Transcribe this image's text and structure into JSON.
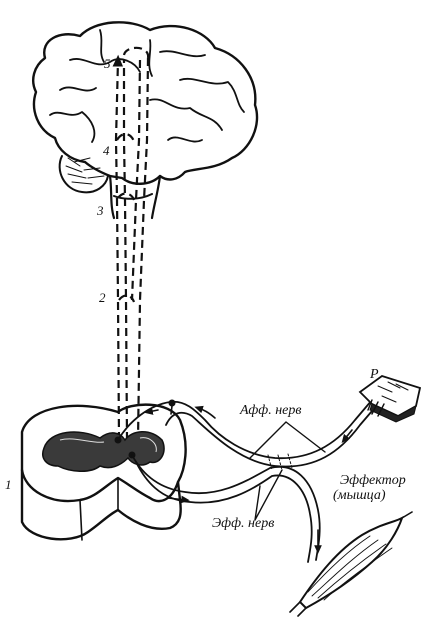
{
  "labels": {
    "level1": "1",
    "level2": "2",
    "level3": "3",
    "level4": "4",
    "level5": "5",
    "receptor": "Р",
    "afferent_nerve": "Афф. нерв",
    "efferent_nerve": "Эфф. нерв",
    "effector_line1": "Эффектор",
    "effector_line2": "(мышца)"
  }
}
